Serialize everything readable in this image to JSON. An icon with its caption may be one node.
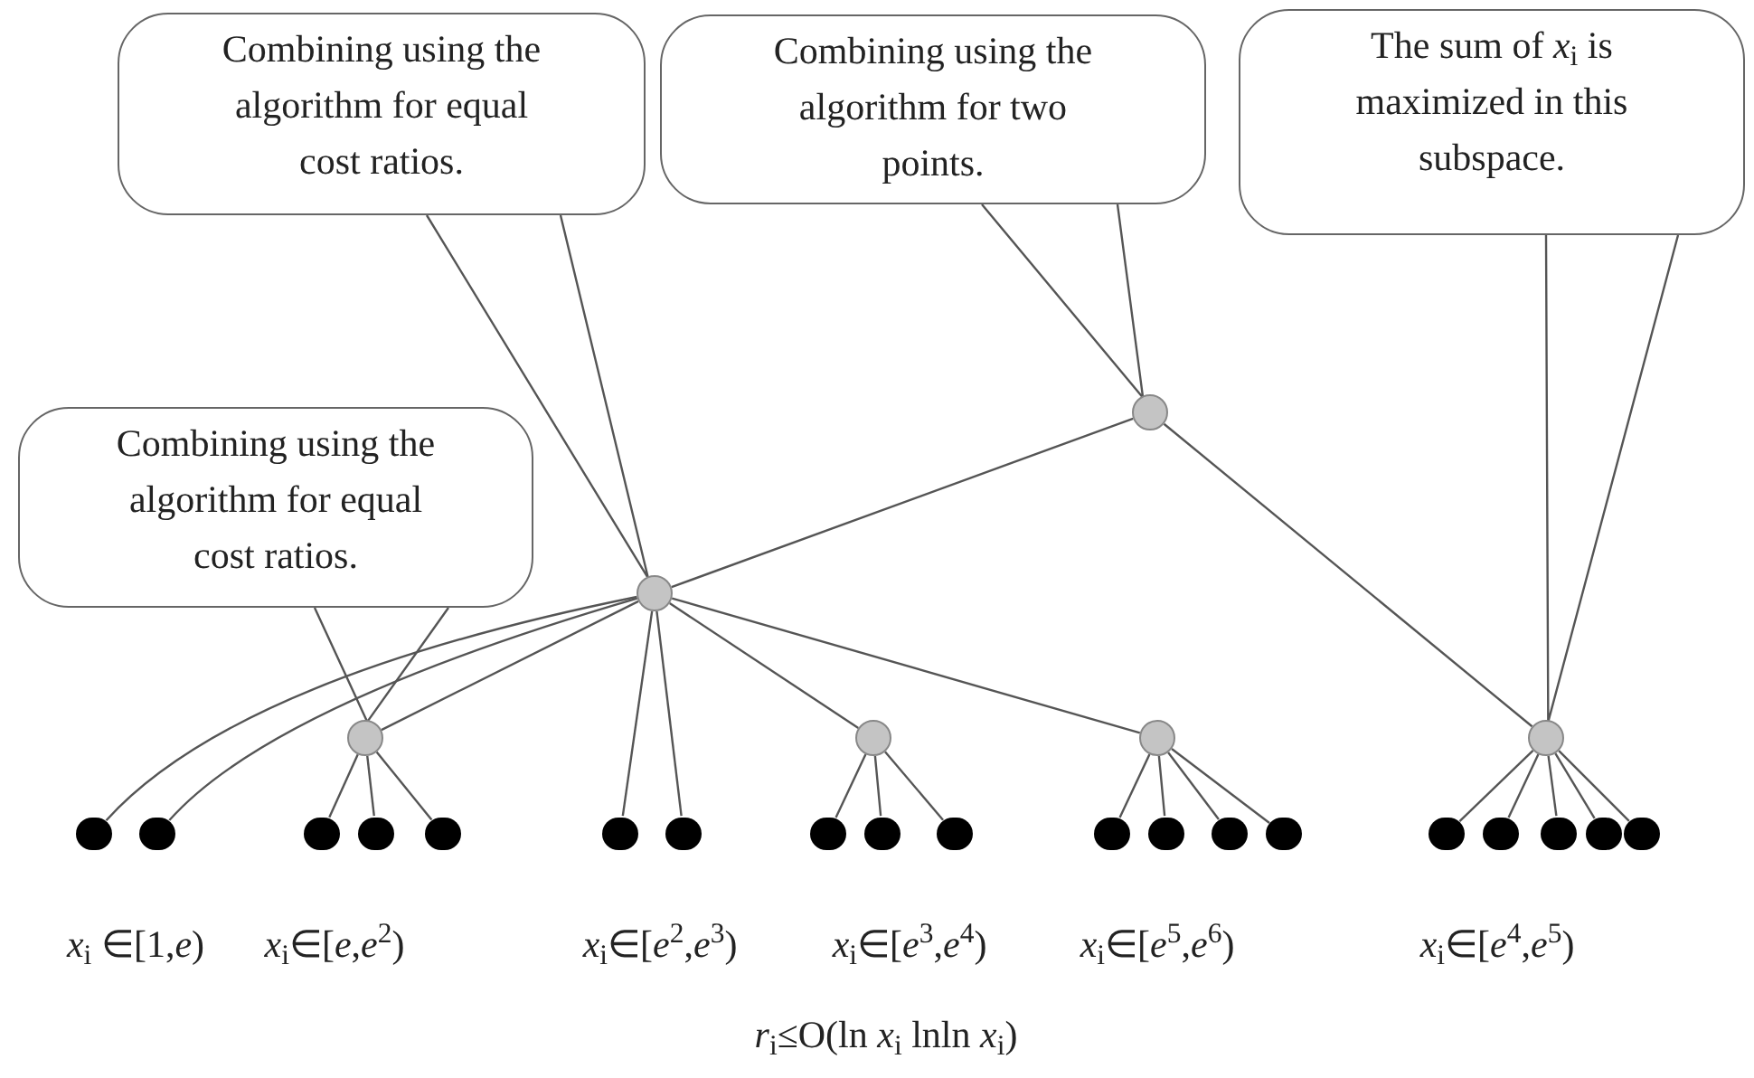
{
  "diagram": {
    "nodes": [
      {
        "text": [
          "Combining using the algorithm for equal cost ratios."
        ]
      },
      {
        "text": [
          "Combining using the algorithm for two points."
        ]
      },
      {
        "text": [
          "The sum of *x*$_{i}$ is maximized in this subspace."
        ]
      },
      {
        "text": [
          "Combining using the algorithm for equal cost ratios."
        ]
      },
      {
        "text": [],
        "shape": "circle"
      },
      {
        "text": [],
        "shape": "circle"
      },
      {
        "text": [],
        "shape": "circle"
      },
      {
        "text": [],
        "shape": "circle"
      },
      {
        "text": [],
        "shape": "circle"
      },
      {
        "text": [],
        "shape": "circle"
      },
      {
        "text": [],
        "shape": "circle"
      },
      {
        "text": [],
        "shape": "circle"
      },
      {
        "text": [],
        "shape": "circle"
      },
      {
        "text": [],
        "shape": "circle"
      },
      {
        "text": [],
        "shape": "circle"
      },
      {
        "text": [],
        "shape": "circle"
      },
      {
        "text": [],
        "shape": "circle"
      },
      {
        "text": [],
        "shape": "circle"
      },
      {
        "text": [],
        "shape": "circle"
      },
      {
        "text": [],
        "shape": "circle"
      },
      {
        "text": [],
        "shape": "circle"
      },
      {
        "text": [],
        "shape": "circle"
      },
      {
        "text": [],
        "shape": "circle"
      },
      {
        "text": [],
        "shape": "circle"
      },
      {
        "text": [],
        "shape": "circle"
      },
      {
        "text": [],
        "shape": "circle"
      },
      {
        "text": [],
        "shape": "circle"
      },
      {
        "text": [],
        "shape": "circle"
      },
      {
        "text": [],
        "shape": "circle"
      }
    ],
    "edges": [
      {
        "from": 0,
        "to": 5,
        "arrow": "none"
      },
      {
        "from": 1,
        "to": 4,
        "arrow": "none"
      },
      {
        "from": 2,
        "to": 9,
        "arrow": "none"
      },
      {
        "from": 3,
        "to": 6,
        "arrow": "none"
      },
      {
        "from": 4,
        "to": 5,
        "arrow": "none"
      },
      {
        "from": 4,
        "to": 9,
        "arrow": "none"
      },
      {
        "from": 5,
        "to": 10,
        "arrow": "none"
      },
      {
        "from": 5,
        "to": 11,
        "arrow": "none"
      },
      {
        "from": 5,
        "to": 6,
        "arrow": "none"
      },
      {
        "from": 5,
        "to": 15,
        "arrow": "none"
      },
      {
        "from": 5,
        "to": 16,
        "arrow": "none"
      },
      {
        "from": 5,
        "to": 7,
        "arrow": "none"
      },
      {
        "from": 5,
        "to": 8,
        "arrow": "none"
      },
      {
        "from": 6,
        "to": 12,
        "arrow": "none"
      },
      {
        "from": 6,
        "to": 13,
        "arrow": "none"
      },
      {
        "from": 6,
        "to": 14,
        "arrow": "none"
      },
      {
        "from": 7,
        "to": 17,
        "arrow": "none"
      },
      {
        "from": 7,
        "to": 18,
        "arrow": "none"
      },
      {
        "from": 7,
        "to": 19,
        "arrow": "none"
      },
      {
        "from": 8,
        "to": 20,
        "arrow": "none"
      },
      {
        "from": 8,
        "to": 21,
        "arrow": "none"
      },
      {
        "from": 8,
        "to": 22,
        "arrow": "none"
      },
      {
        "from": 8,
        "to": 23,
        "arrow": "none"
      },
      {
        "from": 9,
        "to": 24,
        "arrow": "none"
      },
      {
        "from": 9,
        "to": 25,
        "arrow": "none"
      },
      {
        "from": 9,
        "to": 26,
        "arrow": "none"
      },
      {
        "from": 9,
        "to": 27,
        "arrow": "none"
      },
      {
        "from": 9,
        "to": 28,
        "arrow": "none"
      }
    ],
    "labels": [
      "*x*$_{i}$ ∈[1,*e*)",
      "*x*$_{i}$∈[*e*,*e*$^{2}$)",
      "*x*$_{i}$∈[*e*$^{2}$,*e*$^{3}$)",
      "*x*$_{i}$∈[*e*$^{3}$,*e*$^{4}$)",
      "*x*$_{i}$∈[*e*$^{5}$,*e*$^{6}$)",
      "*x*$_{i}$∈[*e*$^{4}$,*e*$^{5}$)",
      "*r*$_{i}$≤O(ln *x*$_{i}$ lnln *x*$_{i}$)"
    ]
  }
}
